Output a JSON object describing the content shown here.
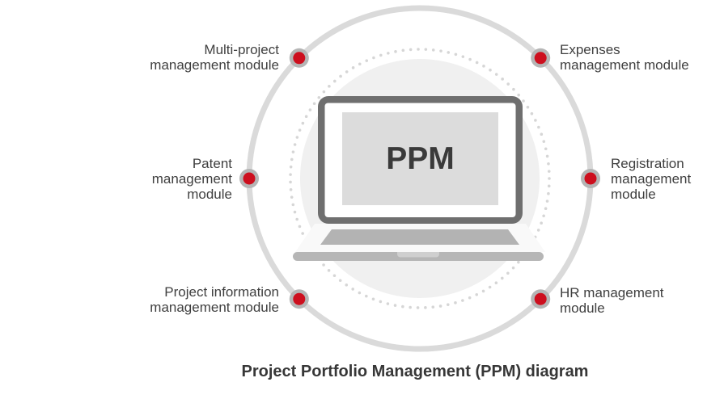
{
  "diagram": {
    "title": "Project Portfolio Management (PPM) diagram",
    "center_label": "PPM",
    "modules": [
      {
        "id": "multi-project",
        "side": "left",
        "lines": [
          "Multi-project",
          "management module"
        ]
      },
      {
        "id": "expenses",
        "side": "right",
        "lines": [
          "Expenses",
          "management module"
        ]
      },
      {
        "id": "patent",
        "side": "left",
        "lines": [
          "Patent",
          "management",
          "module"
        ]
      },
      {
        "id": "registration",
        "side": "right",
        "lines": [
          "Registration",
          "management",
          "module"
        ]
      },
      {
        "id": "project-information",
        "side": "left",
        "lines": [
          "Project information",
          "management module"
        ]
      },
      {
        "id": "hr",
        "side": "right",
        "lines": [
          "HR management",
          "module"
        ]
      }
    ],
    "colors": {
      "accent_red": "#cd0f1e",
      "node_ring": "#b5b5b5",
      "outer_ring": "#dadada",
      "dotted_ring": "#d6d6d6",
      "inner_circle": "#f0f0f0",
      "laptop_frame": "#6f6f6f",
      "laptop_screen": "#dcdcdc",
      "laptop_keyboard": "#b3b3b3",
      "laptop_base": "#b6b6b6",
      "label_text": "#3f3f3f"
    }
  }
}
